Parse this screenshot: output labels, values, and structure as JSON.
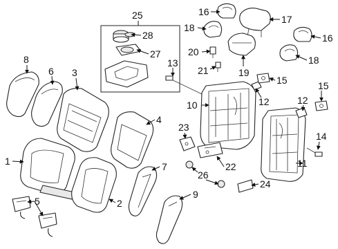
{
  "diagram": {
    "callouts": {
      "c1": "1",
      "c2": "2",
      "c3": "3",
      "c4": "4",
      "c5": "5",
      "c6": "6",
      "c7": "7",
      "c8": "8",
      "c9": "9",
      "c10": "10",
      "c11": "11",
      "c12a": "12",
      "c12b": "12",
      "c13": "13",
      "c14": "14",
      "c15a": "15",
      "c15b": "15",
      "c16a": "16",
      "c16b": "16",
      "c17": "17",
      "c18a": "18",
      "c18b": "18",
      "c19": "19",
      "c20": "20",
      "c21": "21",
      "c22": "22",
      "c23": "23",
      "c24": "24",
      "c25": "25",
      "c26": "26",
      "c27": "27",
      "c28": "28"
    }
  }
}
